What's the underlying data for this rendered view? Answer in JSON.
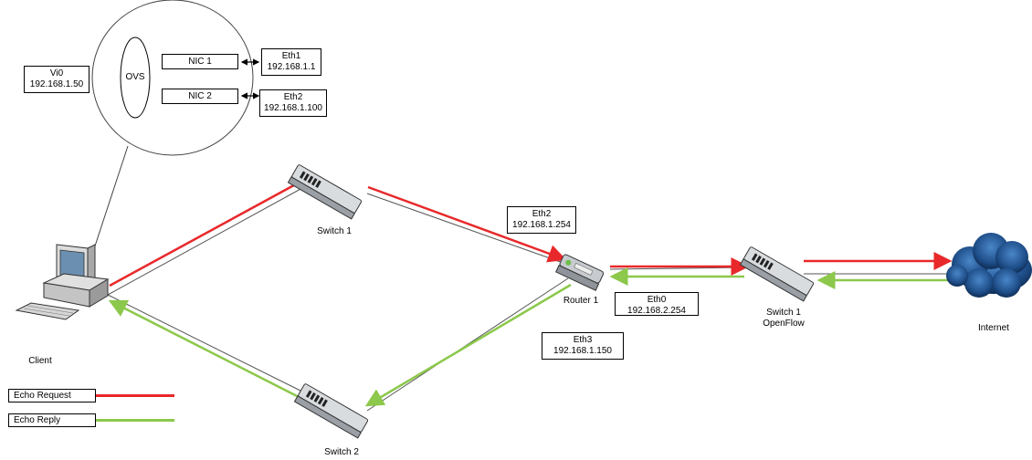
{
  "colors": {
    "request": "#e8282a",
    "reply": "#8cc84b",
    "line": "#555555"
  },
  "ovs": {
    "label": "OVS",
    "nic1": "NIC 1",
    "nic2": "NIC 2"
  },
  "vi0": {
    "name": "Vi0",
    "ip": "192.168.1.50"
  },
  "eth1": {
    "name": "Eth1",
    "ip": "192.168.1.1"
  },
  "eth2_client": {
    "name": "Eth2",
    "ip": "192.168.1.100"
  },
  "router_eth2": {
    "name": "Eth2",
    "ip": "192.168.1.254"
  },
  "router_eth0": {
    "name": "Eth0",
    "ip": "192.168.2.254"
  },
  "router_eth3": {
    "name": "Eth3",
    "ip": "192.168.1.150"
  },
  "nodes": {
    "client": "Client",
    "switch1": "Switch 1",
    "switch2": "Switch 2",
    "router1": "Router 1",
    "switch1_openflow_line1": "Switch 1",
    "switch1_openflow_line2": "OpenFlow",
    "internet": "Internet"
  },
  "legend": {
    "request": "Echo Request",
    "reply": "Echo Reply"
  },
  "icons": [
    "computer-icon",
    "switch-icon",
    "router-icon",
    "cloud-icon"
  ]
}
